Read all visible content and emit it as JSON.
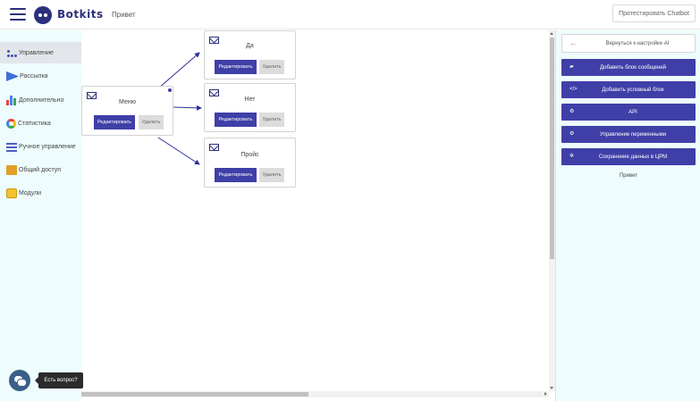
{
  "header": {
    "brand": "Botkits",
    "page_name": "Привет",
    "test_button": "Протестировать Chatbot"
  },
  "sidebar": {
    "items": [
      {
        "label": "Управление",
        "icon": "dots-icon",
        "active": true
      },
      {
        "label": "Рассылка",
        "icon": "paper-plane-icon",
        "active": false
      },
      {
        "label": "Дополнительно",
        "icon": "bar-chart-icon",
        "active": false
      },
      {
        "label": "Статистика",
        "icon": "ring-chart-icon",
        "active": false
      },
      {
        "label": "Ручное управление",
        "icon": "sliders-icon",
        "active": false
      },
      {
        "label": "Общий доступ",
        "icon": "share-users-icon",
        "active": false
      },
      {
        "label": "Модули",
        "icon": "module-icon",
        "active": false
      }
    ]
  },
  "canvas": {
    "nodes": [
      {
        "title": "Меню",
        "edit": "Редактировать",
        "delete": "Удалить"
      },
      {
        "title": "Да",
        "edit": "Редактировать",
        "delete": "Удалить"
      },
      {
        "title": "Нет",
        "edit": "Редактировать",
        "delete": "Удалить"
      },
      {
        "title": "Пройс",
        "edit": "Редактировать",
        "delete": "Удалить"
      }
    ]
  },
  "right_panel": {
    "back_label": "Вернуться к настройке AI",
    "actions": [
      {
        "label": "Добавить блок сообщений",
        "icon": "message-block-icon"
      },
      {
        "label": "Добавить условный блок",
        "icon": "code-icon"
      },
      {
        "label": "API",
        "icon": "gears-icon"
      },
      {
        "label": "Управление переменными",
        "icon": "gears-icon"
      },
      {
        "label": "Сохранение данных в ЦРМ",
        "icon": "sparkle-icon"
      }
    ],
    "footer_text": "Привет"
  },
  "chat": {
    "tooltip": "Есть вопрос?"
  },
  "colors": {
    "primary": "#3f3fa8",
    "brand": "#2c2f7a",
    "sidebar_bg": "#eefcfe"
  }
}
